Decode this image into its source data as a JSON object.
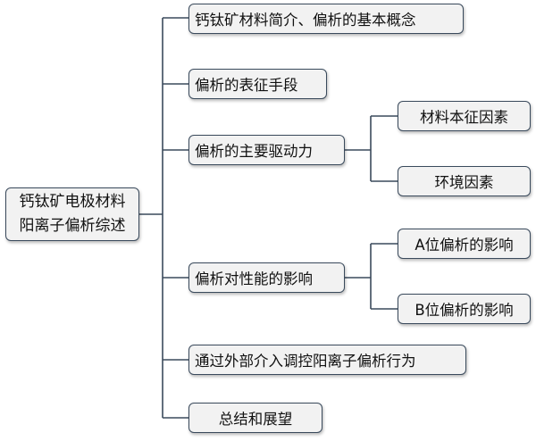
{
  "root": {
    "line1": "钙钛矿电极材料",
    "line2": "阳离子偏析综述"
  },
  "branches": [
    {
      "label": "钙钛矿材料简介、偏析的基本概念"
    },
    {
      "label": "偏析的表征手段"
    },
    {
      "label": "偏析的主要驱动力",
      "children": [
        {
          "label": "材料本征因素"
        },
        {
          "label": "环境因素"
        }
      ]
    },
    {
      "label": "偏析对性能的影响",
      "children": [
        {
          "label": "A位偏析的影响"
        },
        {
          "label": "B位偏析的影响"
        }
      ]
    },
    {
      "label": "通过外部介入调控阳离子偏析行为"
    },
    {
      "label": "总结和展望"
    }
  ],
  "colors": {
    "box_fill": "#f2f2f2",
    "box_border": "#3a4a5c",
    "connector": "#3a4a5c"
  }
}
